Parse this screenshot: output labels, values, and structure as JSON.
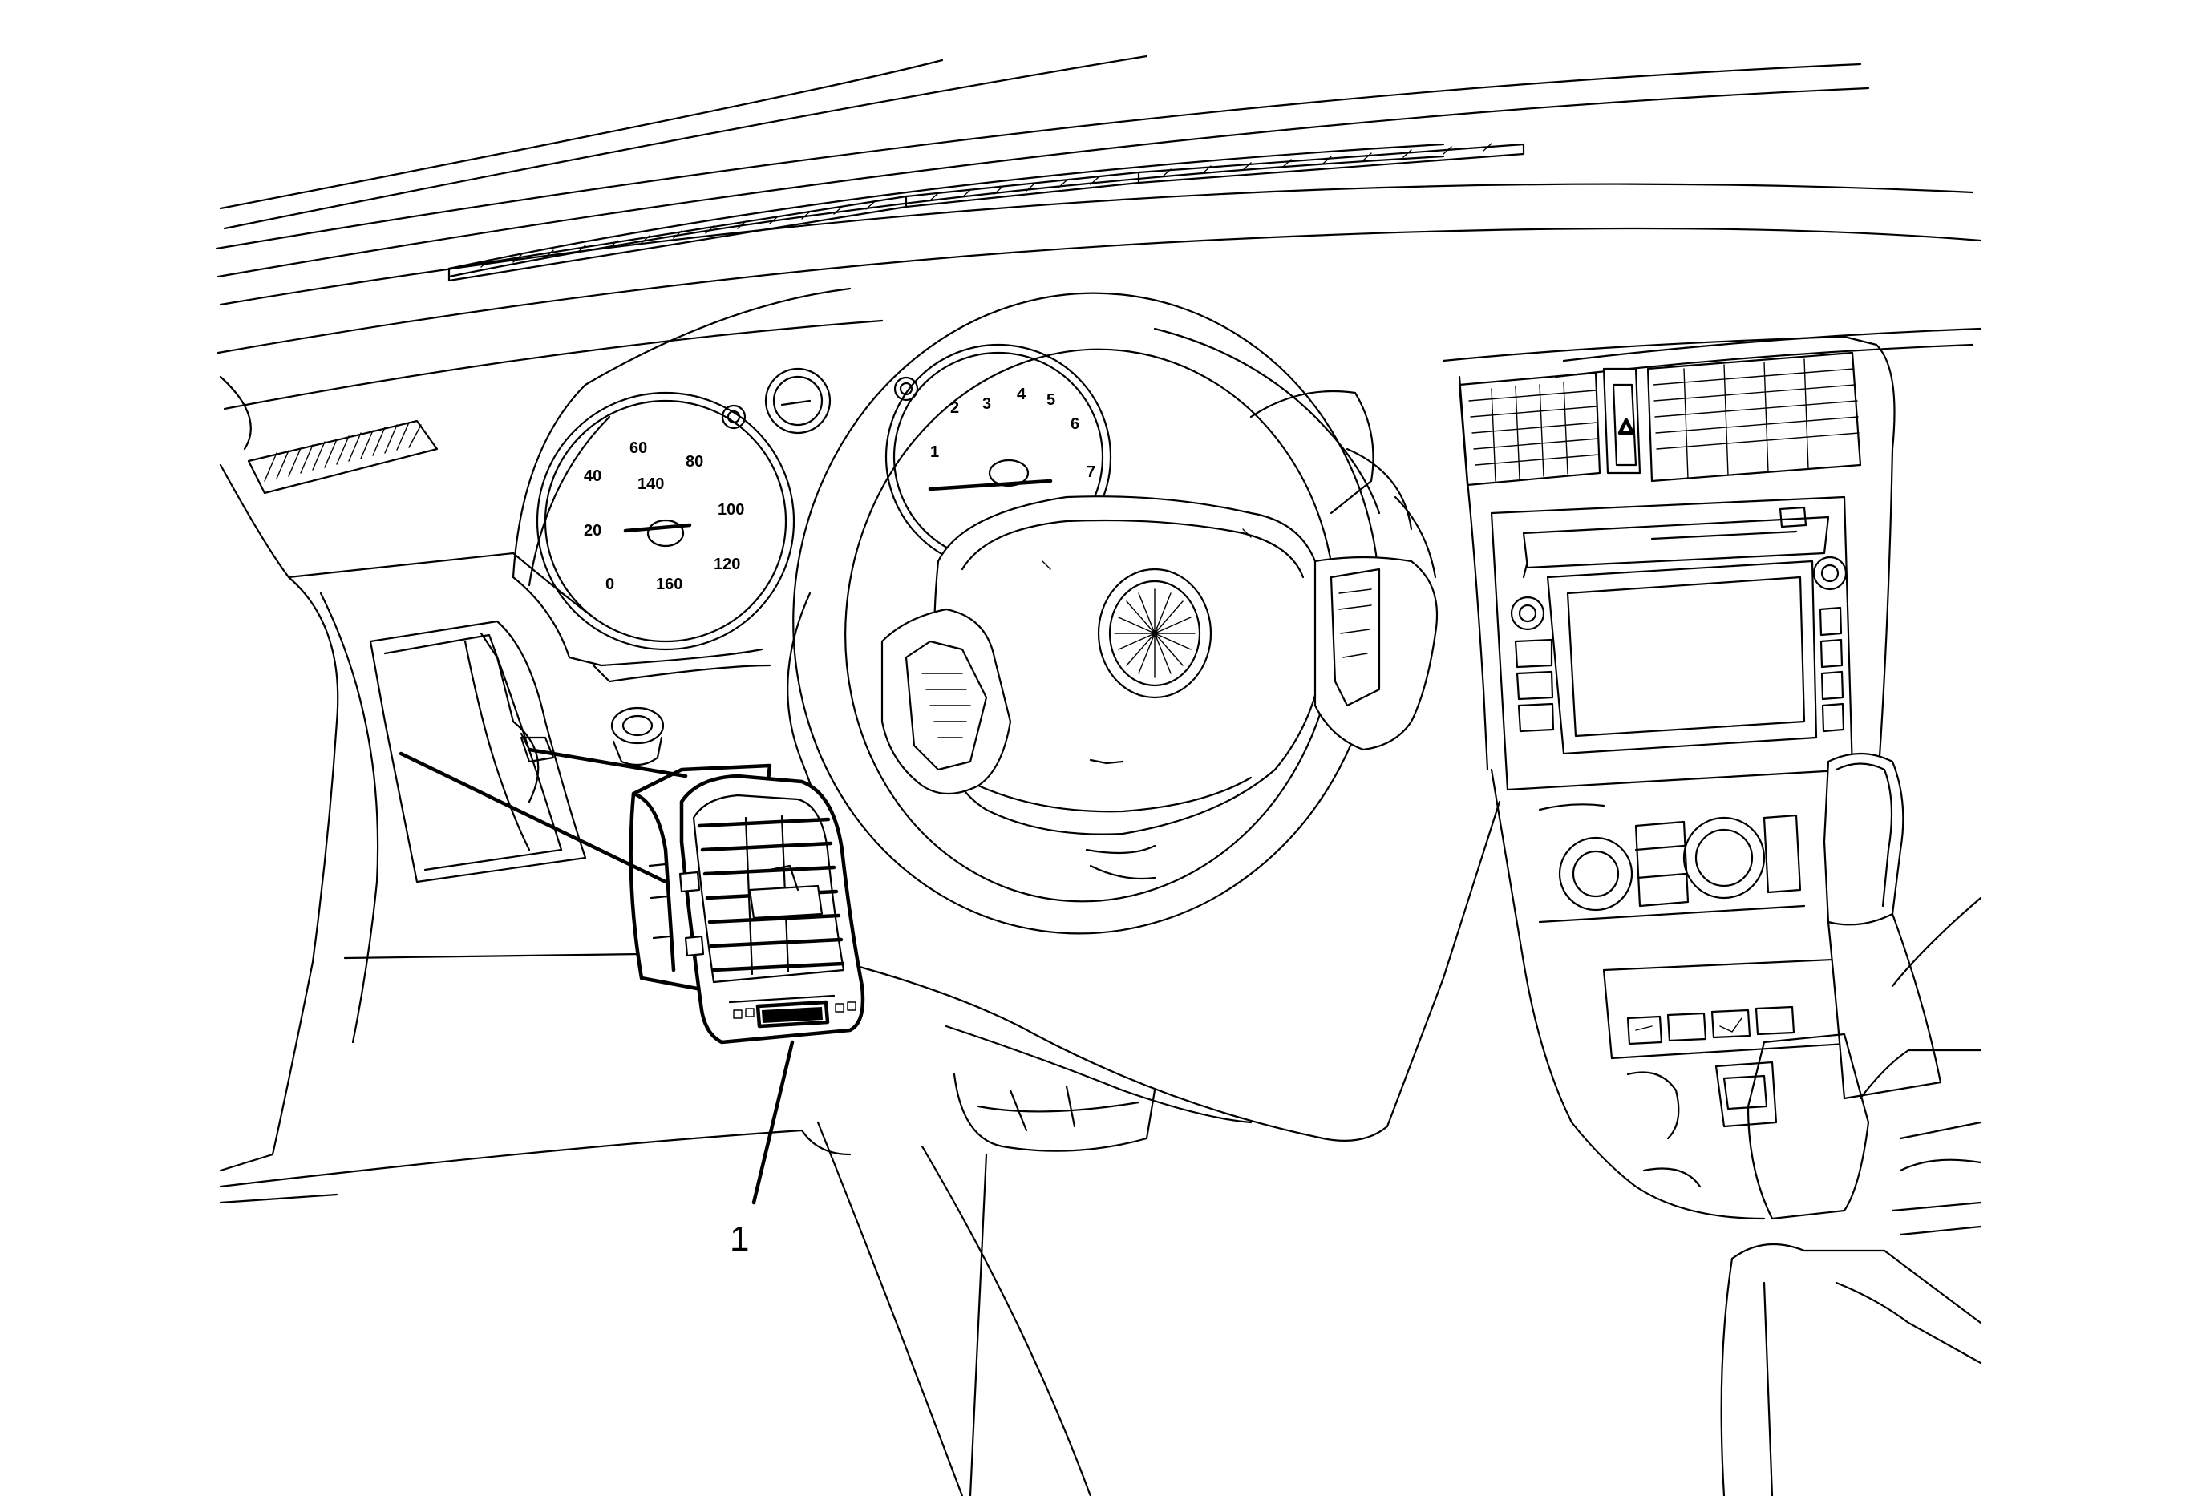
{
  "figure": {
    "callouts": [
      {
        "id": "1",
        "label": "1"
      }
    ],
    "speedometer": {
      "labels": [
        "0",
        "20",
        "40",
        "60",
        "80",
        "100",
        "120",
        "140",
        "160"
      ]
    },
    "tachometer": {
      "labels": [
        "1",
        "2",
        "3",
        "4",
        "5",
        "6",
        "7"
      ]
    },
    "icons": [
      "hazard-icon",
      "airbag-emblem-icon",
      "fuel-gauge-icon",
      "temperature-gauge-icon"
    ]
  }
}
